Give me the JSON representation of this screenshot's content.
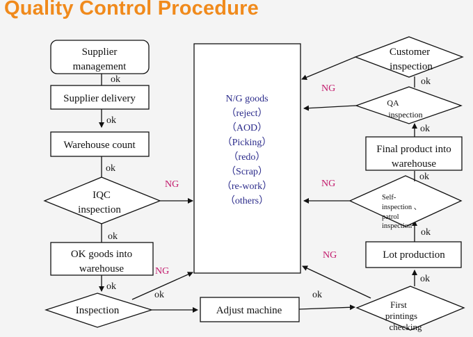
{
  "title": "Quality Control Procedure",
  "center_box": {
    "lines": [
      "N/G  goods",
      "（reject）",
      "（AOD）",
      "（Picking）",
      "（redo）",
      "（Scrap）",
      "（re-work）",
      "（others）"
    ]
  },
  "left_chain": {
    "supplier_management": [
      "Supplier",
      "management"
    ],
    "supplier_delivery": "Supplier delivery",
    "warehouse_count": "Warehouse  count",
    "iqc_inspection": [
      "IQC",
      "inspection"
    ],
    "ok_goods_warehouse": [
      "OK goods into",
      "warehouse"
    ],
    "inspection": "Inspection"
  },
  "bottom_chain": {
    "adjust_machine": "Adjust machine",
    "first_printings_checking": [
      "First",
      "printings",
      "checking"
    ]
  },
  "right_chain": {
    "customer_inspection": [
      "Customer",
      "inspection"
    ],
    "qa_inspection": [
      "QA",
      "inspection"
    ],
    "final_product_warehouse": [
      "Final product  into",
      "warehouse"
    ],
    "self_inspection": [
      "Self-",
      "inspection   、",
      "patrol",
      "inspection"
    ],
    "lot_production": "Lot  production"
  },
  "labels": {
    "ok": "ok",
    "ng": "NG"
  },
  "colors": {
    "title": "#f08a1c",
    "ng": "#c2186b",
    "center_text": "#2a2a8a"
  }
}
